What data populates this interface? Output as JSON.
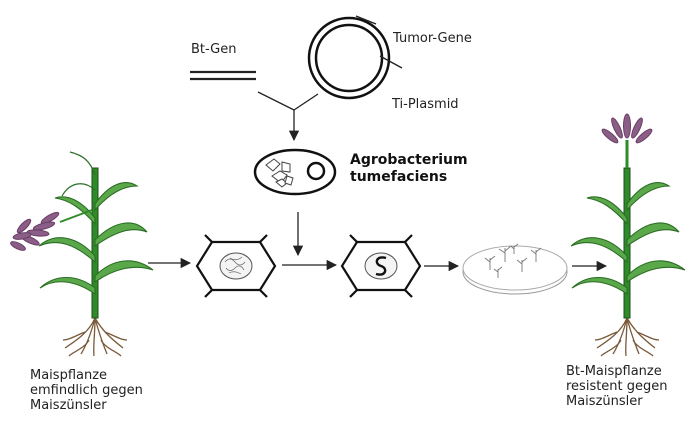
{
  "labels": {
    "bt_gene": "Bt-Gen",
    "tumor_genes": "Tumor-Gene",
    "ti_plasmid": "Ti-Plasmid",
    "agrobacterium": [
      "Agrobacterium",
      "tumefaciens"
    ],
    "left_plant": [
      "Maispflanze",
      "emfindlich gegen",
      "Maiszünsler"
    ],
    "right_plant": [
      "Bt-Maispflanze",
      "resistent gegen",
      "Maiszünsler"
    ]
  },
  "colors": {
    "stem": "#2f8a2a",
    "leaf": "#5aa84a",
    "leaf_dark": "#2b6e25",
    "tassel": "#8a5e86",
    "roots": "#7a5a3a",
    "line": "#222222"
  }
}
